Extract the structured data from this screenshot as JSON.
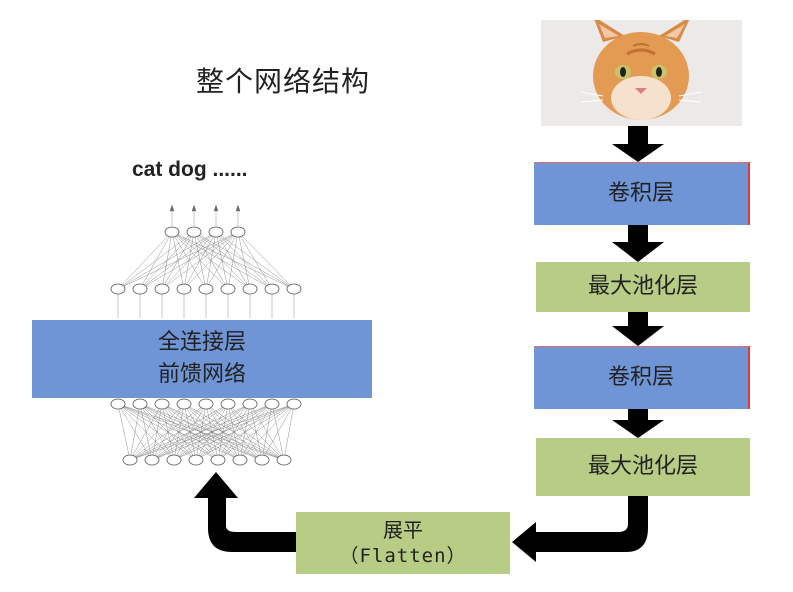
{
  "title": "整个网络结构",
  "outputs_label": "cat dog ......",
  "layers": {
    "conv1": "卷积层",
    "pool1": "最大池化层",
    "conv2": "卷积层",
    "pool2": "最大池化层"
  },
  "flatten": {
    "line1": "展平",
    "line2": "（Flatten）"
  },
  "fully_connected": {
    "line1": "全连接层",
    "line2": "前馈网络"
  },
  "colors": {
    "conv": "#6f95d6",
    "pool": "#b7cc84",
    "arrow": "#000000"
  }
}
